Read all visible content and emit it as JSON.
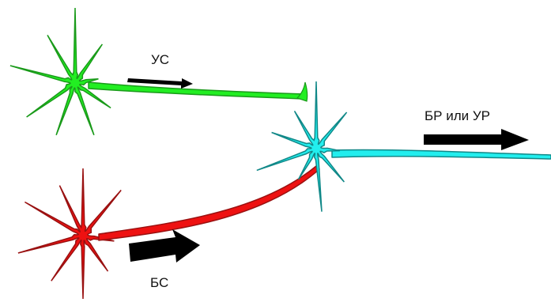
{
  "labels": {
    "conditioned_stimulus": "УС",
    "unconditioned_stimulus": "БС",
    "response": "БР или УР"
  },
  "colors": {
    "cs_neuron": "#22ee22",
    "cs_outline": "#1a9a1a",
    "us_neuron": "#ee1111",
    "us_outline": "#991111",
    "response_neuron": "#22eeee",
    "response_outline": "#118888",
    "arrow": "#000000"
  }
}
